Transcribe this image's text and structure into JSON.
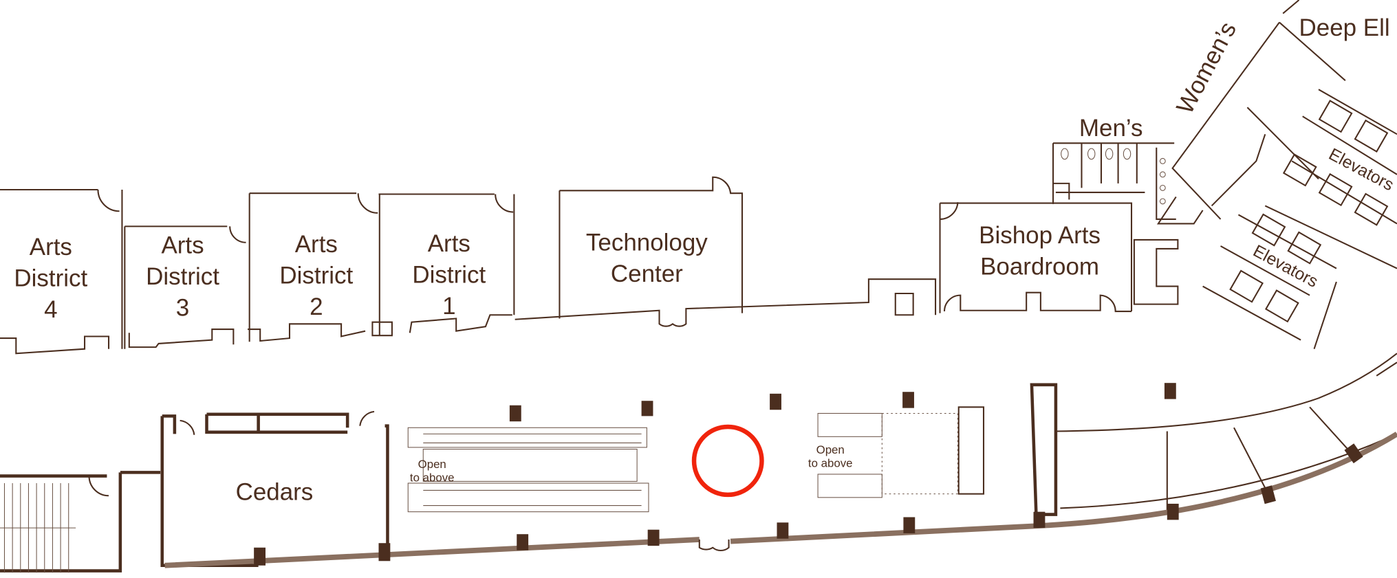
{
  "map": {
    "rooms": {
      "arts_district_4": [
        "Arts",
        "District",
        "4"
      ],
      "arts_district_3": [
        "Arts",
        "District",
        "3"
      ],
      "arts_district_2": [
        "Arts",
        "District",
        "2"
      ],
      "arts_district_1": [
        "Arts",
        "District",
        "1"
      ],
      "technology_center": [
        "Technology",
        "Center"
      ],
      "bishop_arts_boardroom": [
        "Bishop Arts",
        "Boardroom"
      ],
      "cedars": "Cedars",
      "deep_ellum": "Deep Ell"
    },
    "restrooms": {
      "mens": "Men’s",
      "womens": "Women’s"
    },
    "elevators": [
      "Elevators",
      "Elevators"
    ],
    "escalator_notes": {
      "left": [
        "Open",
        "to above"
      ],
      "right": [
        "Open",
        "to above"
      ]
    },
    "colors": {
      "walls": "#4b2e1f",
      "marker": "#f0240c",
      "outer_wall": "#8a7060"
    }
  }
}
